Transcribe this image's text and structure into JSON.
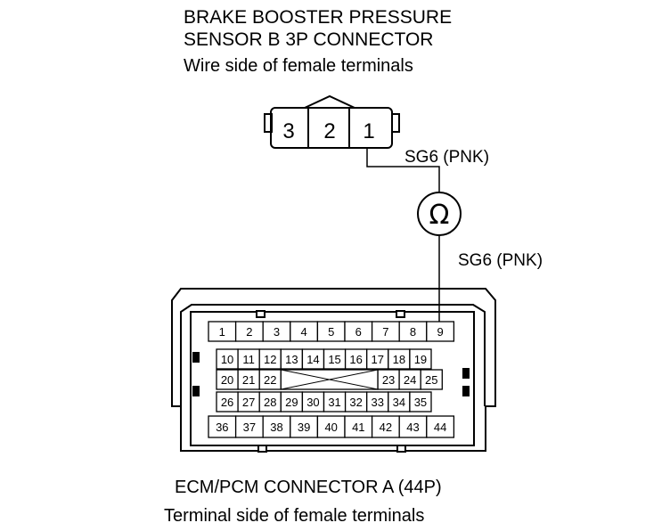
{
  "sensor": {
    "title_line1": "BRAKE BOOSTER PRESSURE",
    "title_line2": "SENSOR B 3P CONNECTOR",
    "subtitle": "Wire side of female terminals",
    "pins": [
      "3",
      "2",
      "1"
    ]
  },
  "wires": {
    "upper_label": "SG6 (PNK)",
    "lower_label": "SG6 (PNK)"
  },
  "meter": {
    "symbol": "Ω",
    "icon": "ohmmeter-icon"
  },
  "ecm": {
    "title": "ECM/PCM CONNECTOR A (44P)",
    "subtitle": "Terminal side of female terminals",
    "row1": [
      "1",
      "2",
      "3",
      "4",
      "5",
      "6",
      "7",
      "8",
      "9"
    ],
    "row2": [
      "10",
      "11",
      "12",
      "13",
      "14",
      "15",
      "16",
      "17",
      "18",
      "19"
    ],
    "row3_left": [
      "20",
      "21",
      "22"
    ],
    "row3_right": [
      "23",
      "24",
      "25"
    ],
    "row4": [
      "26",
      "27",
      "28",
      "29",
      "30",
      "31",
      "32",
      "33",
      "34",
      "35"
    ],
    "row5": [
      "36",
      "37",
      "38",
      "39",
      "40",
      "41",
      "42",
      "43",
      "44"
    ]
  }
}
